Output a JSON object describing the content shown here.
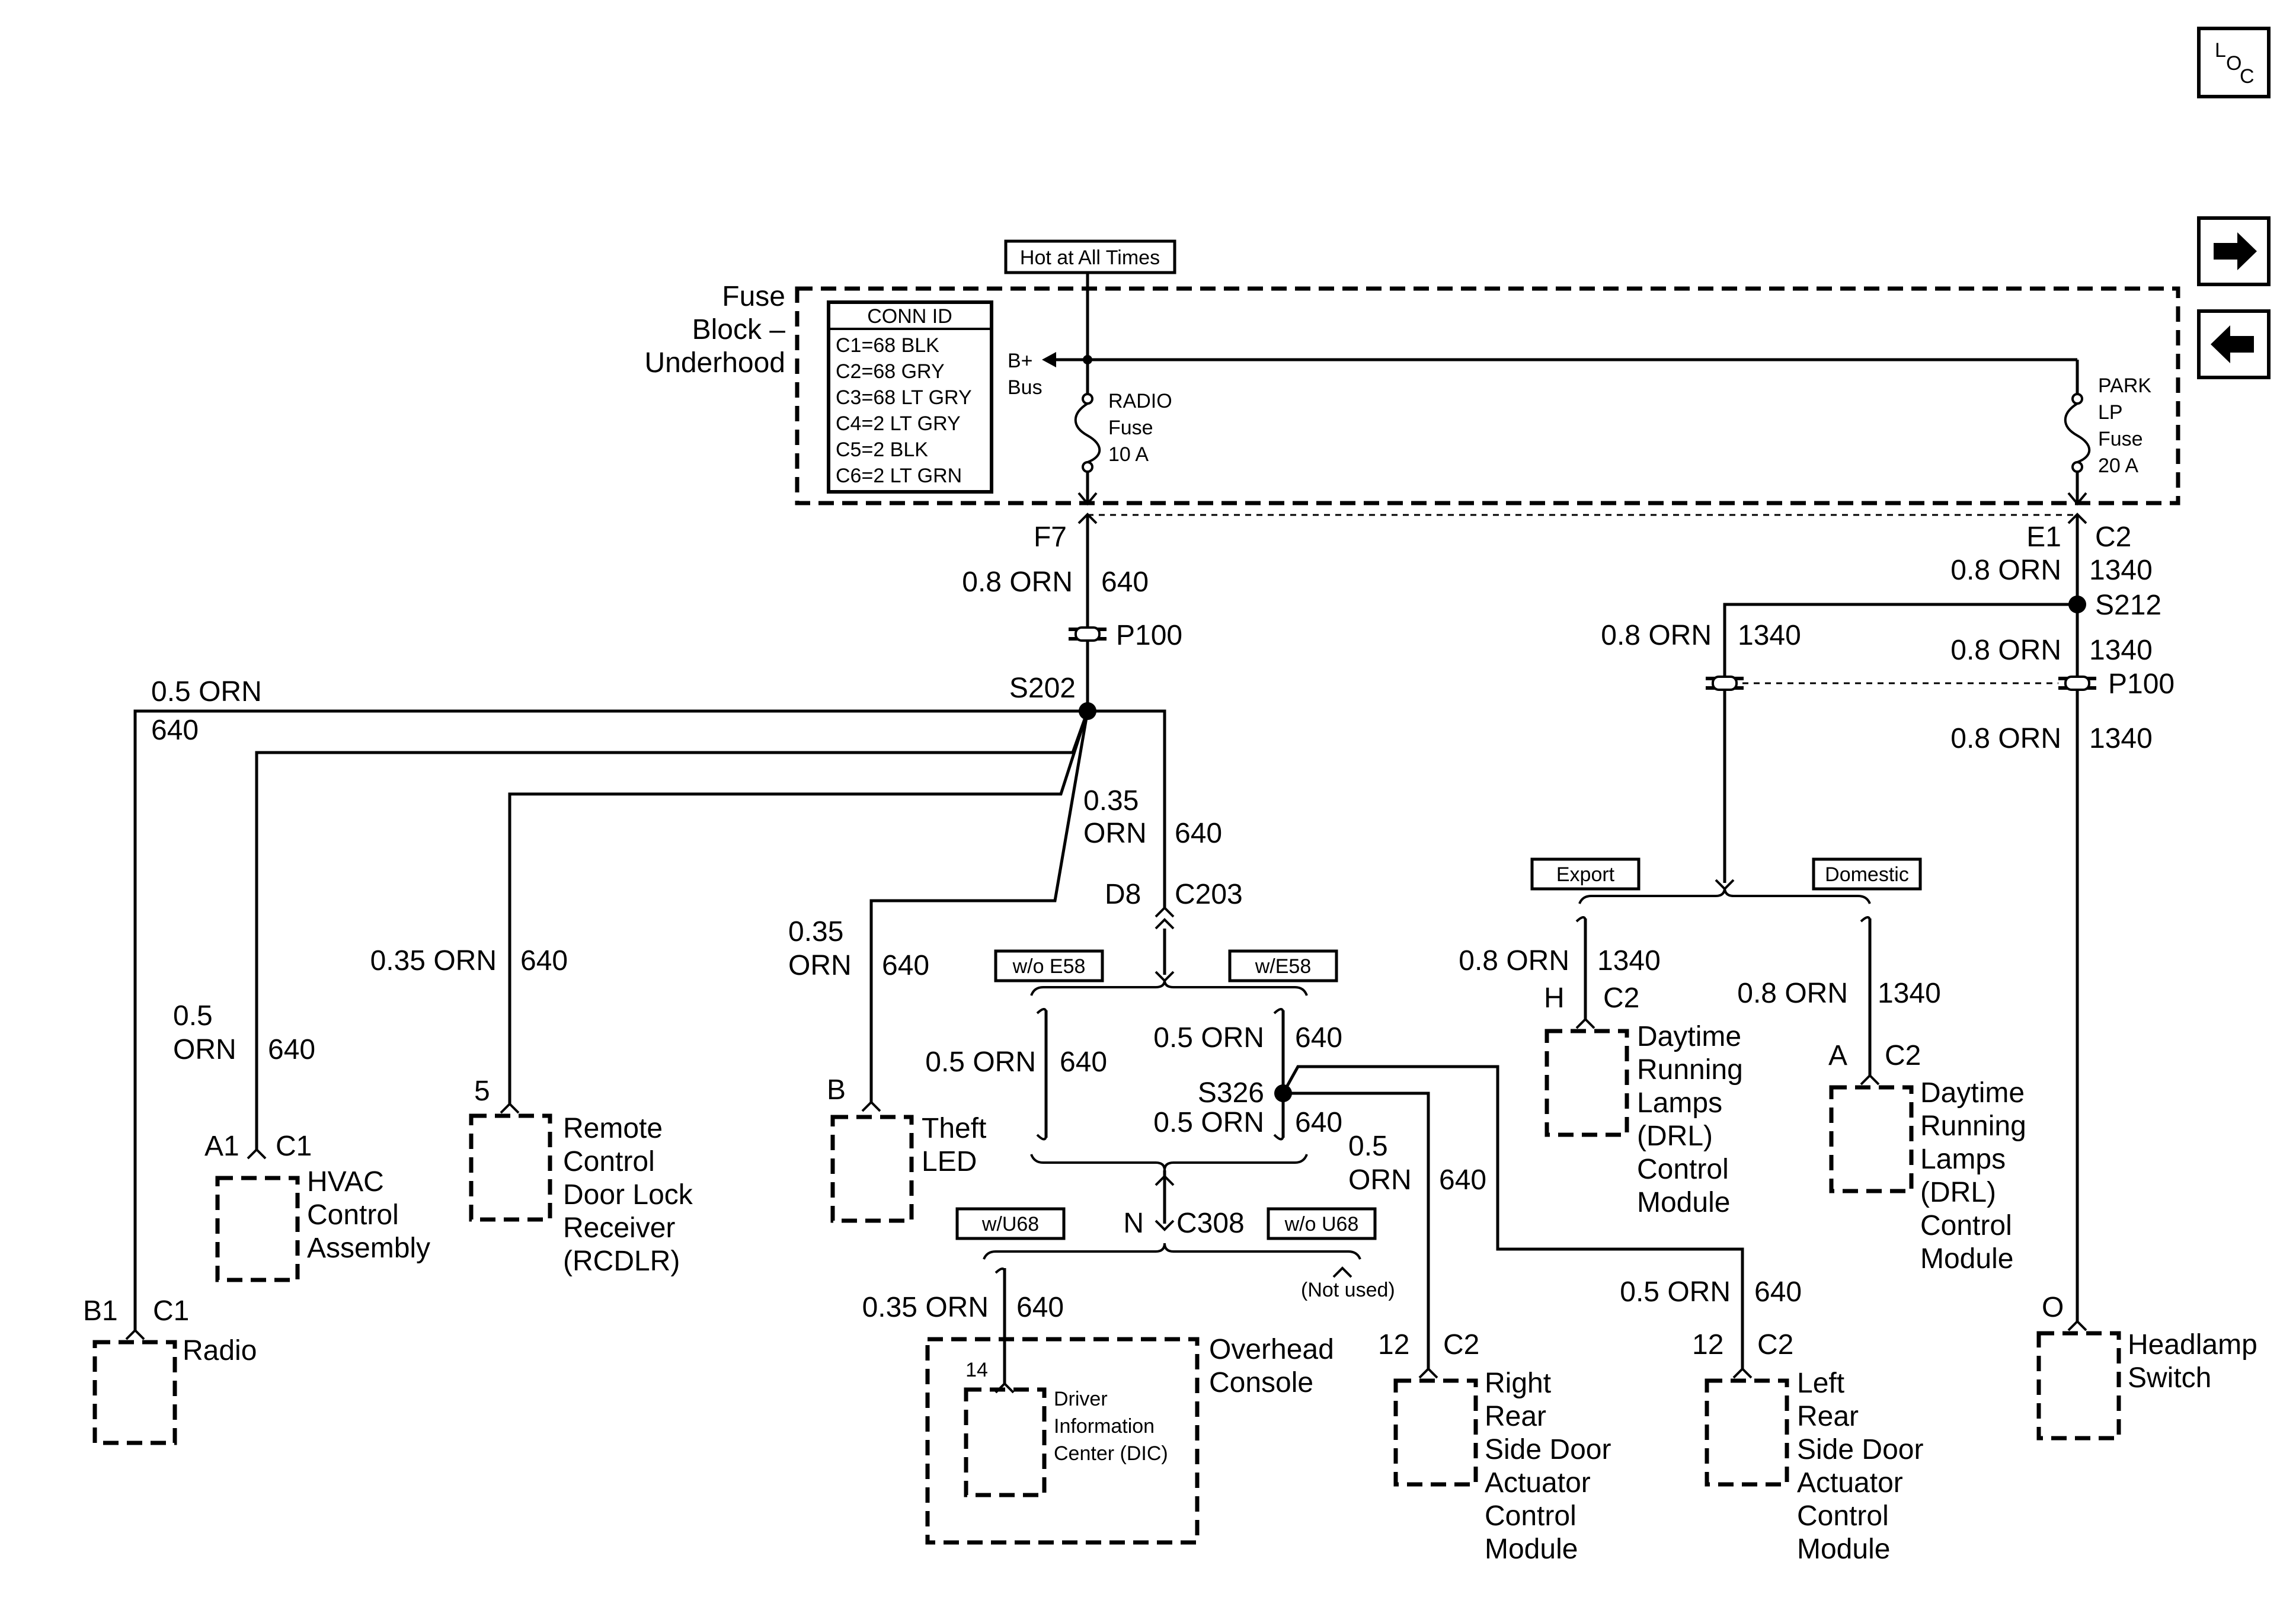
{
  "nav": {
    "loc": "LOC",
    "loc_l": "L",
    "loc_o": "O",
    "loc_c": "C",
    "next_icon": "right-arrow-icon",
    "prev_icon": "left-arrow-icon"
  },
  "hot_label": "Hot at All Times",
  "fuse_block": {
    "line1": "Fuse",
    "line2": "Block –",
    "line3": "Underhood"
  },
  "conn_id": {
    "title": "CONN ID",
    "rows": [
      "C1=68 BLK",
      "C2=68 GRY",
      "C3=68 LT GRY",
      "C4=2 LT GRY",
      "C5=2 BLK",
      "C6=2 LT GRN"
    ]
  },
  "bplus": {
    "line1": "B+",
    "line2": "Bus"
  },
  "radio_fuse": {
    "line1": "RADIO",
    "line2": "Fuse",
    "line3": "10 A"
  },
  "park_fuse": {
    "line1": "PARK",
    "line2": "LP",
    "line3": "Fuse",
    "line4": "20 A"
  },
  "pins": {
    "f7": "F7",
    "e1": "E1",
    "c2": "C2"
  },
  "wires": {
    "w640": "640",
    "w1340": "1340",
    "orn08": "0.8 ORN",
    "orn05": "0.5 ORN",
    "orn035": "0.35 ORN",
    "p035": "0.35",
    "p05": "0.5",
    "orn": "ORN"
  },
  "splices": {
    "s202": "S202",
    "s212": "S212",
    "s326": "S326",
    "p100": "P100",
    "p100b": "P100"
  },
  "connectors": {
    "d8": "D8",
    "c203": "C203",
    "n": "N",
    "c308": "C308",
    "wo_e58": "w/o E58",
    "w_e58": "w/E58",
    "w_u68": "w/U68",
    "wo_u68": "w/o U68",
    "not_used": "(Not used)",
    "export": "Export",
    "domestic": "Domestic"
  },
  "components": {
    "radio": {
      "pin": "B1",
      "conn": "C1",
      "lines": [
        "Radio"
      ]
    },
    "hvac": {
      "pin": "A1",
      "conn": "C1",
      "lines": [
        "HVAC",
        "Control",
        "Assembly"
      ]
    },
    "rcdlr": {
      "pin": "5",
      "lines": [
        "Remote",
        "Control",
        "Door Lock",
        "Receiver",
        "(RCDLR)"
      ]
    },
    "theft": {
      "pin": "B",
      "lines": [
        "Theft",
        "LED"
      ]
    },
    "overhead": {
      "lines": [
        "Overhead",
        "Console"
      ]
    },
    "dic": {
      "pin": "14",
      "lines": [
        "Driver",
        "Information",
        "Center (DIC)"
      ]
    },
    "rr_door": {
      "pin": "12",
      "conn": "C2",
      "lines": [
        "Right",
        "Rear",
        "Side Door",
        "Actuator",
        "Control",
        "Module"
      ]
    },
    "lr_door": {
      "pin": "12",
      "conn": "C2",
      "lines": [
        "Left",
        "Rear",
        "Side Door",
        "Actuator",
        "Control",
        "Module"
      ]
    },
    "drl_h": {
      "pin": "H",
      "conn": "C2",
      "lines": [
        "Daytime",
        "Running",
        "Lamps",
        "(DRL)",
        "Control",
        "Module"
      ]
    },
    "drl_a": {
      "pin": "A",
      "conn": "C2",
      "lines": [
        "Daytime",
        "Running",
        "Lamps",
        "(DRL)",
        "Control",
        "Module"
      ]
    },
    "headlamp": {
      "pin": "O",
      "lines": [
        "Headlamp",
        "Switch"
      ]
    }
  }
}
